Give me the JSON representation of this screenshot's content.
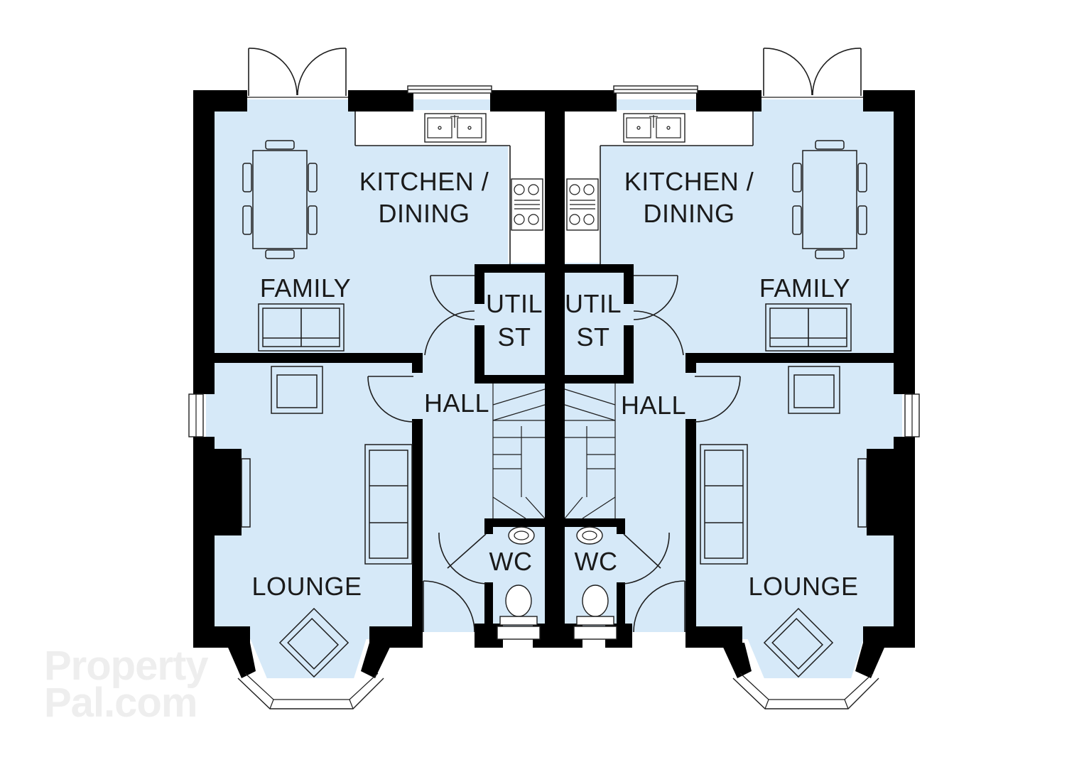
{
  "plan": {
    "left_unit": {
      "kitchen_line1": "KITCHEN /",
      "kitchen_line2": "DINING",
      "family": "FAMILY",
      "util_line1": "UTIL",
      "util_line2": "ST",
      "hall": "HALL",
      "wc": "WC",
      "lounge": "LOUNGE"
    },
    "right_unit": {
      "kitchen_line1": "KITCHEN /",
      "kitchen_line2": "DINING",
      "family": "FAMILY",
      "util_line1": "UTIL",
      "util_line2": "ST",
      "hall": "HALL",
      "wc": "WC",
      "lounge": "LOUNGE"
    }
  },
  "watermark": {
    "line1": "Property",
    "line2": "Pal.com"
  },
  "colors": {
    "floor": "#d6e9f8",
    "wall": "#000000",
    "watermark": "#eeeeee"
  }
}
